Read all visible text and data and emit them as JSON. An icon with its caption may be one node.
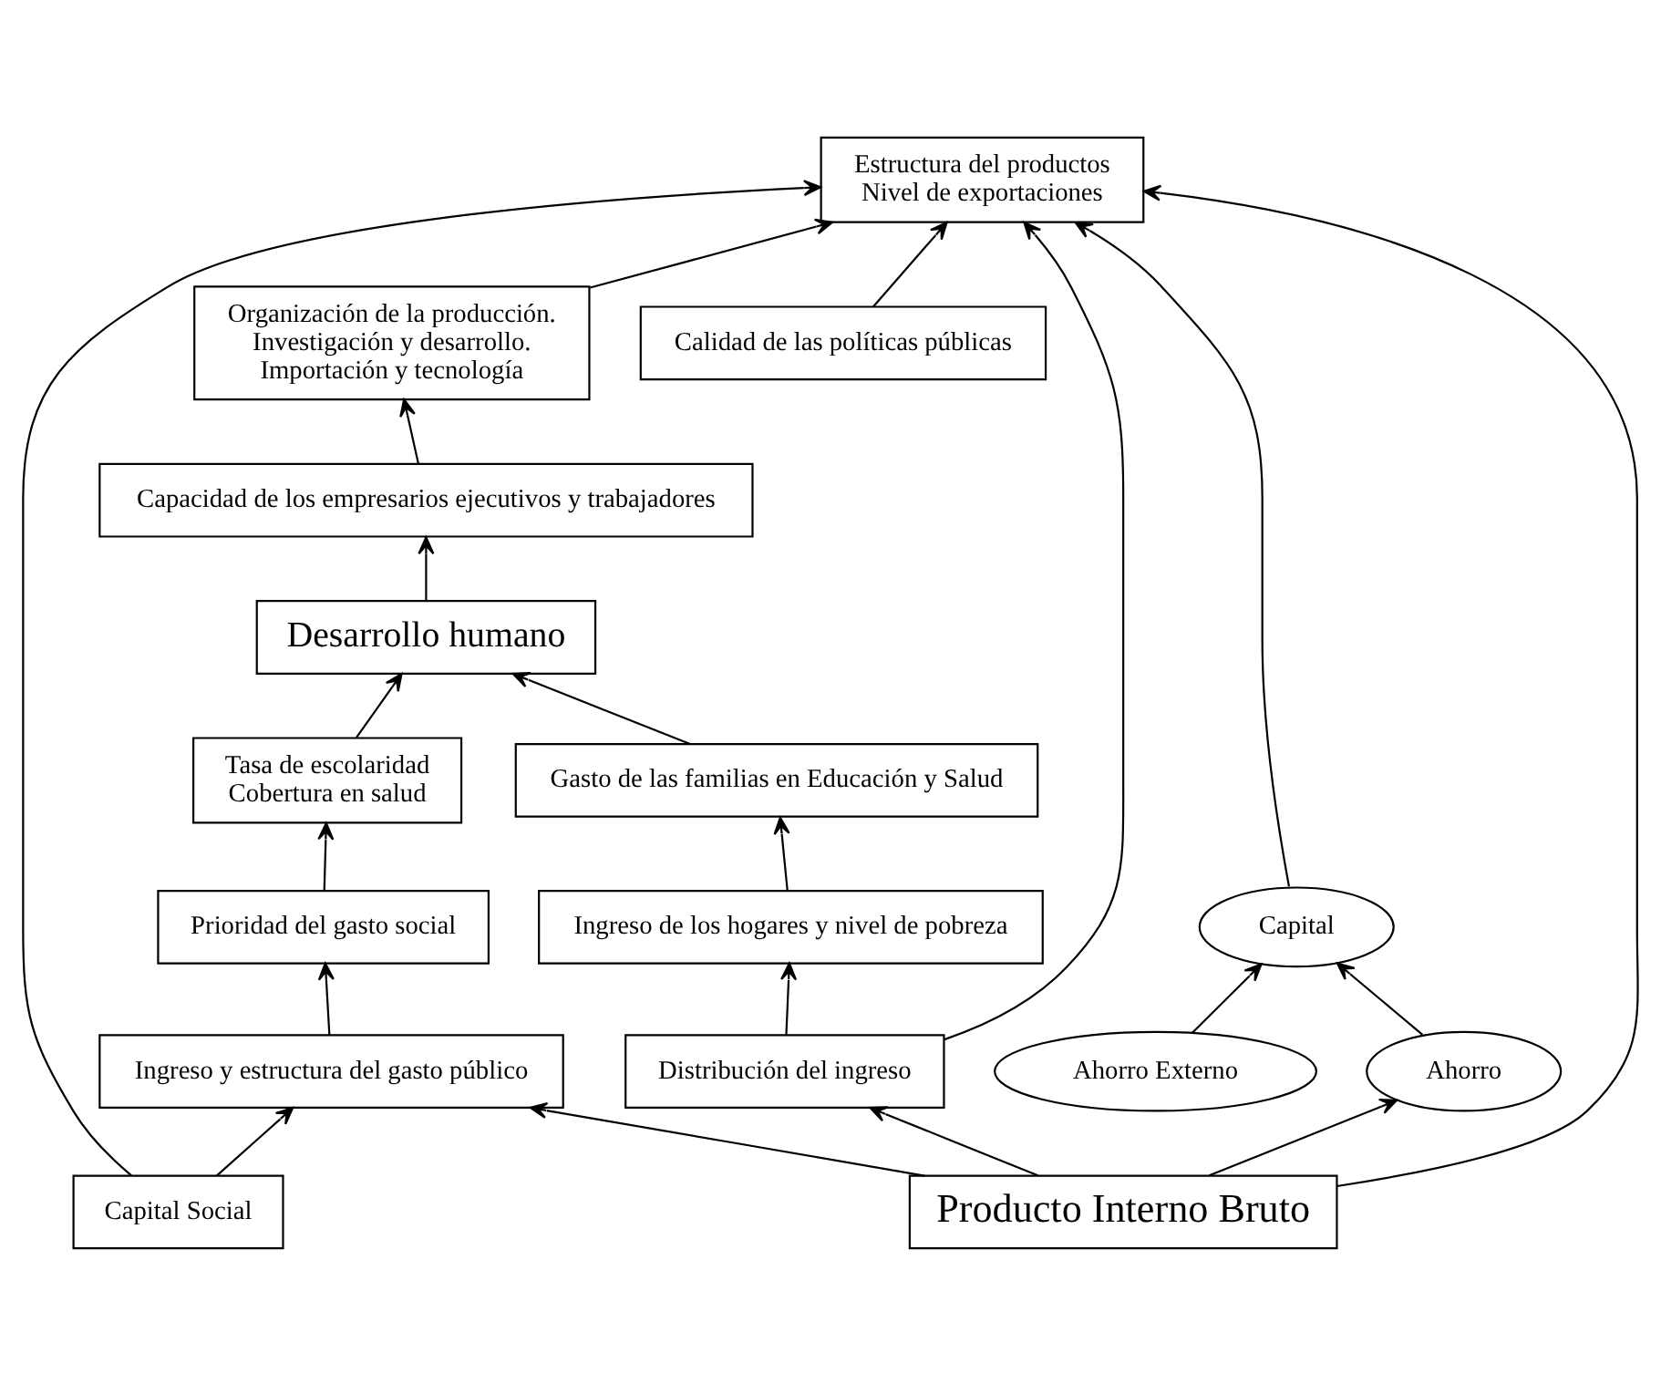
{
  "diagram": {
    "nodes": [
      {
        "text": [
          "Desarrollo humano"
        ]
      },
      {
        "text": [
          "Capacidad de los empresarios ejecutivos y trabajadores"
        ]
      },
      {
        "text": [
          "Organización de la producción.",
          "Investigación y desarrollo.",
          "Importación y tecnología"
        ]
      },
      {
        "text": [
          "Estructura del productos",
          "Nivel de exportaciones"
        ]
      },
      {
        "text": [
          "Gasto de las familias en Educación y Salud"
        ]
      },
      {
        "text": [
          "Ingreso de los hogares y nivel de pobreza"
        ]
      },
      {
        "text": [
          "Tasa de escolaridad",
          "Cobertura en salud"
        ]
      },
      {
        "text": [
          "Prioridad del gasto social"
        ]
      },
      {
        "text": [
          "Ingreso y estructura del gasto público"
        ]
      },
      {
        "text": [
          "Capital Social"
        ]
      },
      {
        "text": [
          "Calidad de las políticas públicas"
        ]
      },
      {
        "text": [
          "Distribución del ingreso"
        ]
      },
      {
        "text": [
          "Ahorro Externo"
        ]
      },
      {
        "text": [
          "Capital"
        ]
      },
      {
        "text": [
          "Ahorro"
        ]
      },
      {
        "text": [
          "Producto Interno Bruto"
        ]
      }
    ],
    "edges": [
      {
        "from": 0,
        "to": 1,
        "arrow": "to"
      },
      {
        "from": 1,
        "to": 2,
        "arrow": "to"
      },
      {
        "from": 2,
        "to": 3,
        "arrow": "to"
      },
      {
        "from": 4,
        "to": 0,
        "arrow": "to"
      },
      {
        "from": 5,
        "to": 4,
        "arrow": "to"
      },
      {
        "from": 6,
        "to": 0,
        "arrow": "to"
      },
      {
        "from": 7,
        "to": 6,
        "arrow": "to"
      },
      {
        "from": 8,
        "to": 7,
        "arrow": "to"
      },
      {
        "from": 15,
        "to": 3,
        "arrow": "to"
      },
      {
        "from": 9,
        "to": 3,
        "arrow": "to"
      },
      {
        "from": 10,
        "to": 3,
        "arrow": "to"
      },
      {
        "from": 11,
        "to": 3,
        "arrow": "to"
      },
      {
        "from": 13,
        "to": 3,
        "arrow": "to"
      },
      {
        "from": 9,
        "to": 8,
        "arrow": "to"
      },
      {
        "from": 15,
        "to": 8,
        "arrow": "to"
      },
      {
        "from": 11,
        "to": 5,
        "arrow": "to"
      },
      {
        "from": 15,
        "to": 11,
        "arrow": "to"
      },
      {
        "from": 15,
        "to": 14,
        "arrow": "to"
      },
      {
        "from": 14,
        "to": 13,
        "arrow": "to"
      },
      {
        "from": 12,
        "to": 13,
        "arrow": "to"
      }
    ]
  }
}
